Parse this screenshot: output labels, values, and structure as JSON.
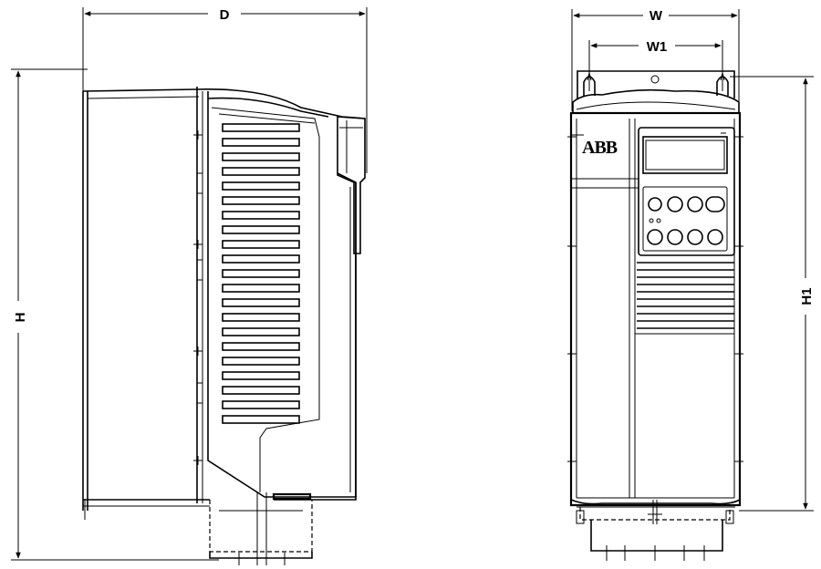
{
  "dimensions": {
    "depth_label": "D",
    "height_label": "H",
    "width_label": "W",
    "mount_width_label": "W1",
    "mount_height_label": "H1"
  },
  "front_panel": {
    "brand_logo_text": "ABB"
  },
  "colors": {
    "line": "#000000",
    "background": "#ffffff"
  }
}
